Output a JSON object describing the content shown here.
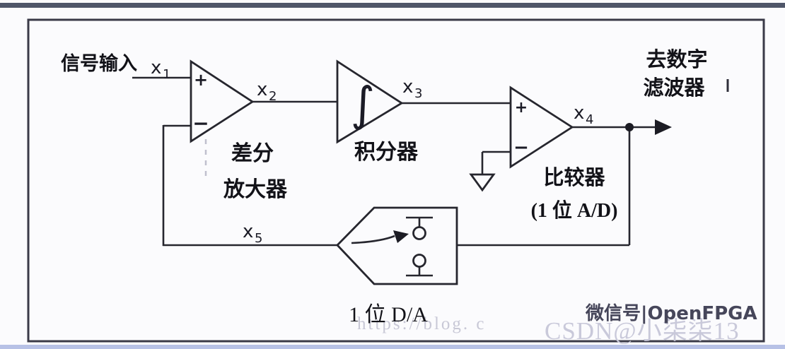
{
  "diagram": {
    "input_label": "信号输入",
    "output_label": {
      "line1": "去数字",
      "line2": "滤波器"
    },
    "nodes": [
      {
        "base": "x",
        "sub": "1"
      },
      {
        "base": "x",
        "sub": "2"
      },
      {
        "base": "x",
        "sub": "3"
      },
      {
        "base": "x",
        "sub": "4"
      },
      {
        "base": "x",
        "sub": "5"
      }
    ],
    "diff_amp": {
      "plus": "+",
      "minus": "−",
      "label1": "差分",
      "label2": "放大器"
    },
    "integrator": {
      "symbol": "∫",
      "label": "积分器"
    },
    "comparator": {
      "plus": "+",
      "minus": "−",
      "label": "比较器",
      "sublabel": "(1 位 A/D)"
    },
    "dac": {
      "label": "1 位 D/A"
    }
  },
  "watermarks": {
    "url": "https://blog. c",
    "csdn": "CSDN@小柒柒13",
    "wechat": "微信号|OpenFPGA"
  },
  "colors": {
    "line": "#26262e",
    "frame": "#3a3a48",
    "top_bar": "#4f5669",
    "bottom_strip": "#b7c1e6",
    "watermark_light": "#c9c9da",
    "watermark_dark": "#46465a"
  }
}
